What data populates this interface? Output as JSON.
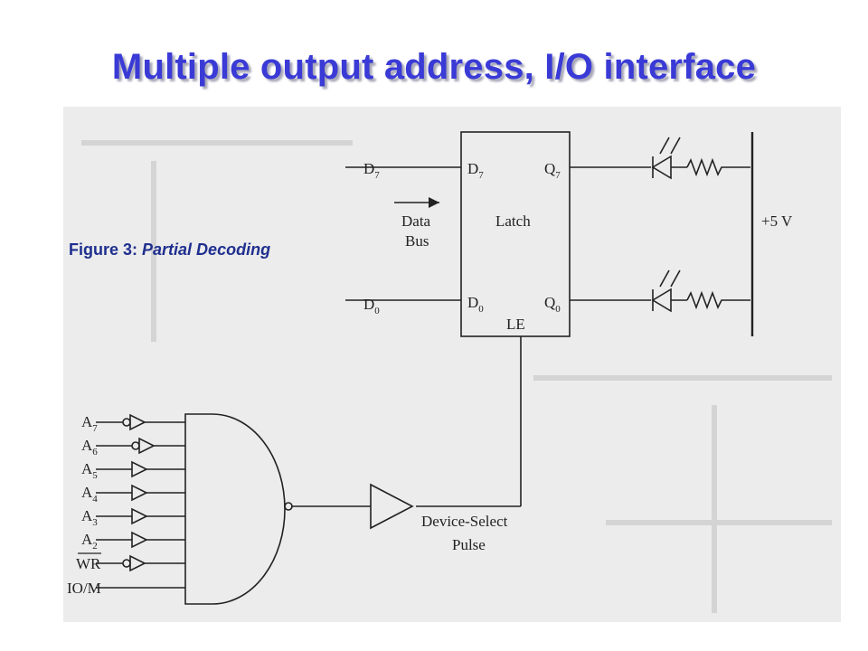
{
  "title": "Multiple output address, I/O interface",
  "caption": {
    "label": "Figure 3:",
    "text": "Partial Decoding"
  },
  "colors": {
    "title": "#3a3ad6",
    "caption": "#1f2f8f",
    "scan_bg": "#ececec",
    "ink": "#222222"
  },
  "circuit": {
    "latch": {
      "name": "Latch",
      "in_top": "D",
      "in_top_sub": "7",
      "in_bottom": "D",
      "in_bottom_sub": "0",
      "out_top": "Q",
      "out_top_sub": "7",
      "out_bottom": "Q",
      "out_bottom_sub": "0",
      "enable": "LE"
    },
    "bus_inputs": [
      {
        "label": "D",
        "sub": "7"
      },
      {
        "label": "D",
        "sub": "0"
      }
    ],
    "bus_label": [
      "Data",
      "Bus"
    ],
    "supply_label": "+5 V",
    "decoder_inputs": [
      {
        "label": "A",
        "sub": "7"
      },
      {
        "label": "A",
        "sub": "6"
      },
      {
        "label": "A",
        "sub": "5"
      },
      {
        "label": "A",
        "sub": "4"
      },
      {
        "label": "A",
        "sub": "3"
      },
      {
        "label": "A",
        "sub": "2"
      },
      {
        "label": "WR",
        "sub": ""
      },
      {
        "label": "IO/M",
        "sub": ""
      }
    ],
    "pulse_label": [
      "Device-Select",
      "Pulse"
    ]
  }
}
